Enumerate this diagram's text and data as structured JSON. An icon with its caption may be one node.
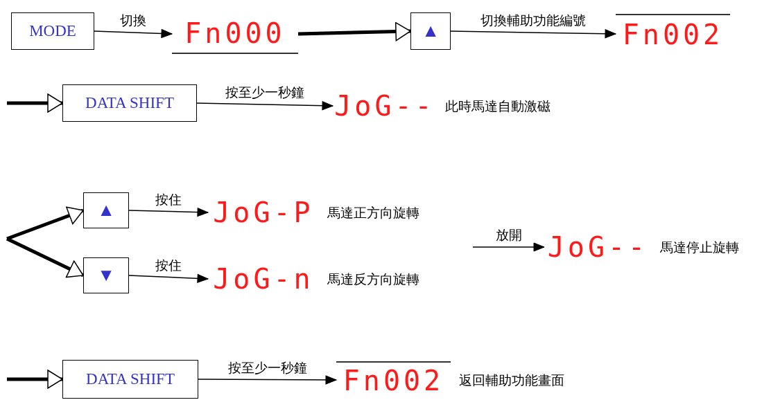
{
  "diagram": {
    "nodes": [
      {
        "text": [
          "MODE"
        ]
      },
      {
        "text": [
          "Fn000"
        ]
      },
      {
        "text": [
          "▲"
        ]
      },
      {
        "text": [
          "Fn002"
        ]
      },
      {
        "text": [
          "DATA SHIFT"
        ]
      },
      {
        "text": [
          "JoG--"
        ],
        "beside": [
          "此時馬達自動激磁"
        ]
      },
      {
        "text": [
          "▲"
        ]
      },
      {
        "text": [
          "JoG-P"
        ],
        "beside": [
          "馬達正方向旋轉"
        ]
      },
      {
        "text": [
          "▼"
        ]
      },
      {
        "text": [
          "JoG-n"
        ],
        "beside": [
          "馬達反方向旋轉"
        ]
      },
      {
        "text": [
          "JoG--"
        ],
        "beside": [
          "馬達停止旋轉"
        ]
      },
      {
        "text": [
          "DATA SHIFT"
        ]
      },
      {
        "text": [
          "Fn002"
        ],
        "beside": [
          "返回輔助功能畫面"
        ]
      }
    ],
    "edges": [
      {
        "from": 0,
        "to": 1,
        "arrow": "to",
        "label": "切換"
      },
      {
        "from": 1,
        "to": 2,
        "arrow": "to",
        "style": "thick"
      },
      {
        "from": 2,
        "to": 3,
        "arrow": "to",
        "label": "切換輔助功能編號"
      },
      {
        "from": null,
        "to": 4,
        "arrow": "to",
        "style": "thick"
      },
      {
        "from": 4,
        "to": 5,
        "arrow": "to",
        "label": "按至少一秒鐘"
      },
      {
        "from": null,
        "to": 6,
        "arrow": "to",
        "style": "thick"
      },
      {
        "from": null,
        "to": 8,
        "arrow": "to",
        "style": "thick"
      },
      {
        "from": 6,
        "to": 7,
        "arrow": "to",
        "label": "按住"
      },
      {
        "from": 8,
        "to": 9,
        "arrow": "to",
        "label": "按住"
      },
      {
        "from": null,
        "to": 10,
        "arrow": "to",
        "label": "放開"
      },
      {
        "from": null,
        "to": 11,
        "arrow": "to",
        "style": "thick"
      },
      {
        "from": 11,
        "to": 12,
        "arrow": "to",
        "label": "按至少一秒鐘"
      }
    ]
  }
}
